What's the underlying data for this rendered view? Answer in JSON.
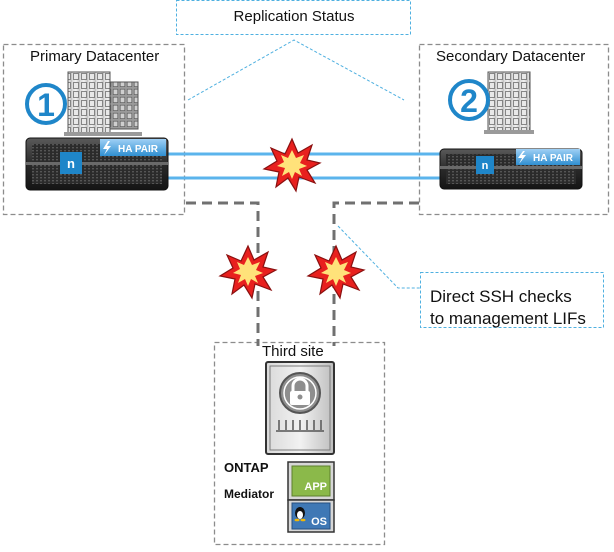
{
  "labels": {
    "replication_status": "Replication Status",
    "primary_datacenter": "Primary Datacenter",
    "secondary_datacenter": "Secondary Datacenter",
    "ssh_line1": "Direct SSH checks",
    "ssh_line2": "to management LIFs",
    "third_site": "Third site",
    "ontap": "ONTAP",
    "mediator": "Mediator"
  },
  "badges": {
    "primary_number": "1",
    "secondary_number": "2",
    "ha_pair": "HA PAIR",
    "app": "APP",
    "os": "OS"
  },
  "icons": {
    "primary_site": "office-buildings-icon",
    "secondary_site": "office-building-icon",
    "storage": "netapp-storage-array-icon",
    "lock": "lock-icon",
    "break": "link-failure-burst-icon",
    "linux": "linux-penguin-icon"
  },
  "colors": {
    "replication_link": "#5bb4ec",
    "callout_border": "#4fb0e0",
    "site_border": "#8c8c8c",
    "management_link": "#707070",
    "badge_blue": "#1f86c9",
    "burst_red": "#e8201e",
    "burst_yellow": "#ffe27a",
    "app_green": "#8bb94a",
    "os_blue": "#3f78b5"
  }
}
